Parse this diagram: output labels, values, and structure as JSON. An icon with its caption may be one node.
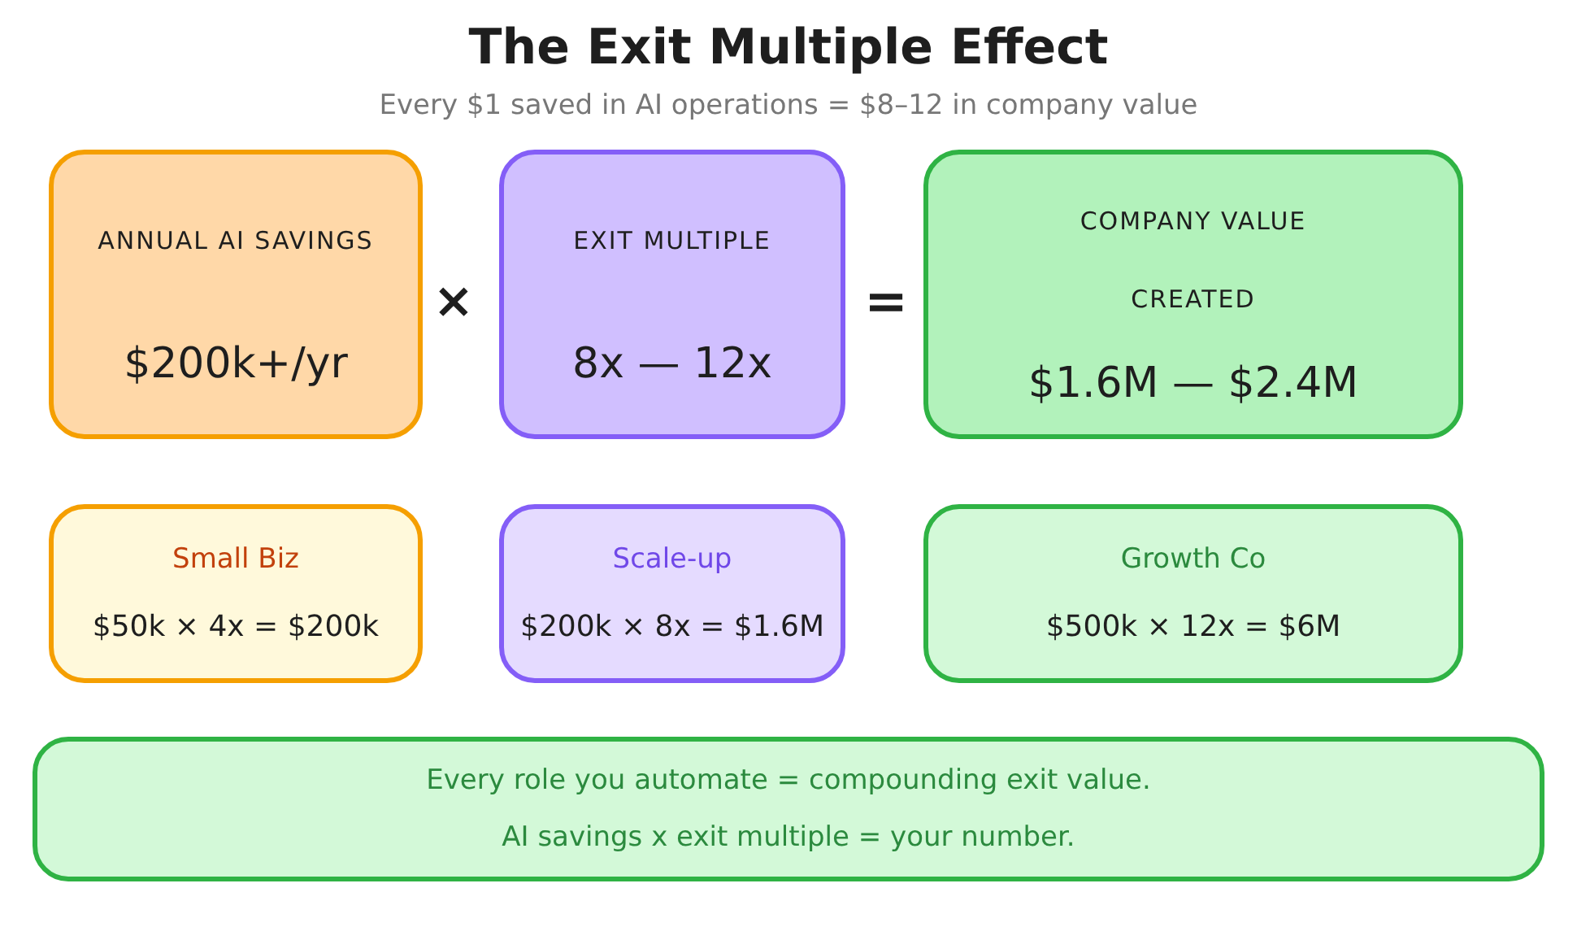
{
  "diagram": {
    "title": "The Exit Multiple Effect",
    "nodes": [
      {
        "text": [
          "ANNUAL AI SAVINGS",
          "$200k+/yr"
        ]
      },
      {
        "text": [
          "EXIT MULTIPLE",
          "8x — 12x"
        ]
      },
      {
        "text": [
          "COMPANY VALUE CREATED",
          "$1.6M — $2.4M"
        ]
      },
      {
        "text": [
          "Small Biz",
          "$50k × 4x = $200k"
        ]
      },
      {
        "text": [
          "Scale-up",
          "$200k × 8x = $1.6M"
        ]
      },
      {
        "text": [
          "Growth Co",
          "$500k × 12x = $6M"
        ]
      },
      {
        "text": [
          "Every role you automate = compounding exit value.",
          "AI savings x exit multiple = your number."
        ]
      }
    ],
    "edges": [],
    "labels": [
      "Every $1 saved in AI operations = $8–12 in company value",
      "×",
      "="
    ]
  }
}
